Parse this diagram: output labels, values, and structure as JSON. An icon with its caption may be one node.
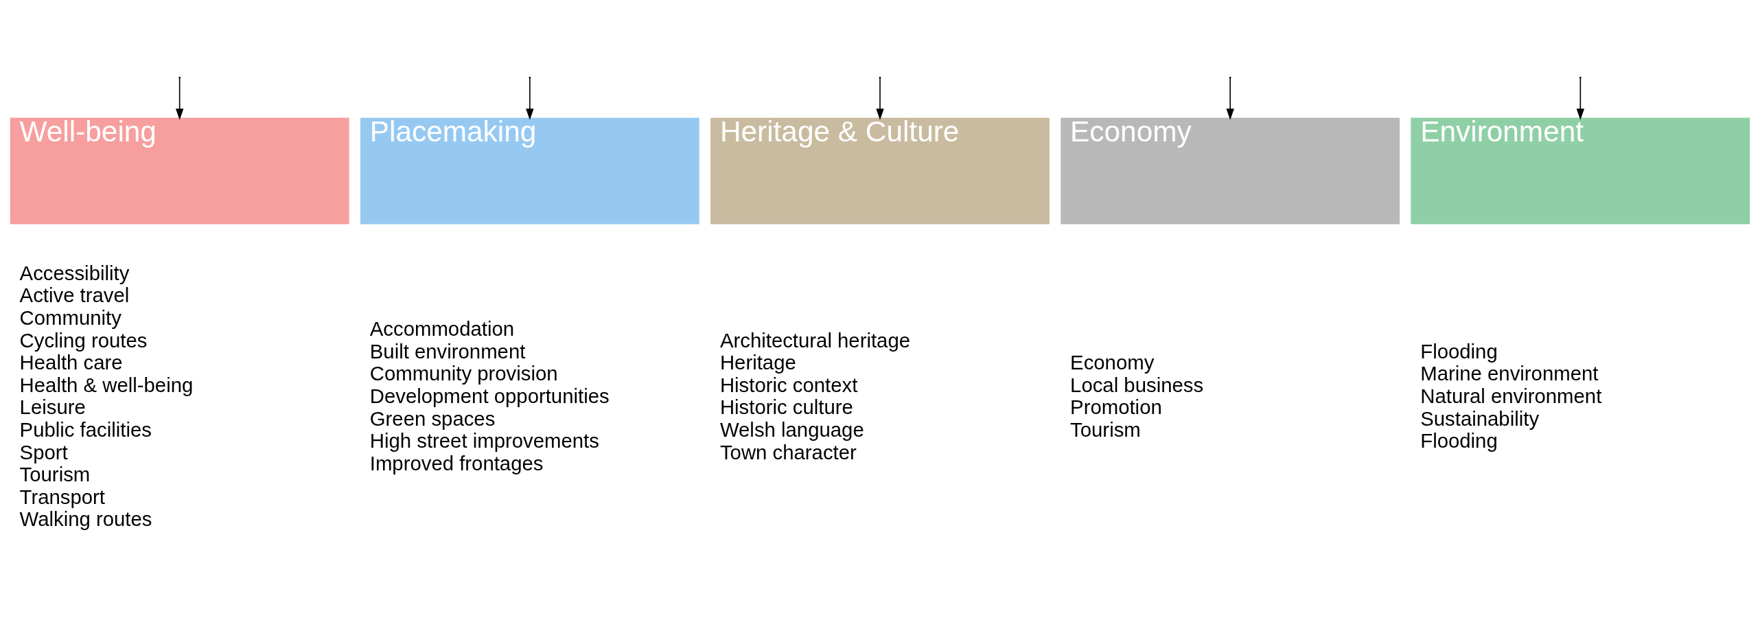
{
  "diagram": {
    "nodes": [
      {
        "text": [
          "Well-being"
        ],
        "beside": [
          "Accessibility",
          "Active travel",
          "Community",
          "Cycling routes",
          "Health care",
          "Health & well-being",
          "Leisure",
          "Public facilities",
          "Sport",
          "Tourism",
          "Transport",
          "Walking routes"
        ]
      },
      {
        "text": [
          "Placemaking"
        ],
        "beside": [
          "Accommodation",
          "Built environment",
          "Community provision",
          "Development opportunities",
          "Green spaces",
          "High street improvements",
          "Improved frontages"
        ]
      },
      {
        "text": [
          "Heritage & Culture"
        ],
        "beside": [
          "Architectural heritage",
          "Heritage",
          "Historic context",
          "Historic culture",
          "Welsh language",
          "Town character"
        ]
      },
      {
        "text": [
          "Economy"
        ],
        "beside": [
          "Economy",
          "Local business",
          "Promotion",
          "Tourism"
        ]
      },
      {
        "text": [
          "Environment"
        ],
        "beside": [
          "Flooding",
          "Marine environment",
          "Natural environment",
          "Sustainability",
          "Flooding"
        ]
      }
    ],
    "edges": [
      {
        "from": null,
        "to": 0,
        "arrow": "to"
      },
      {
        "from": null,
        "to": 1,
        "arrow": "to"
      },
      {
        "from": null,
        "to": 2,
        "arrow": "to"
      },
      {
        "from": null,
        "to": 3,
        "arrow": "to"
      },
      {
        "from": null,
        "to": 4,
        "arrow": "to"
      }
    ]
  }
}
